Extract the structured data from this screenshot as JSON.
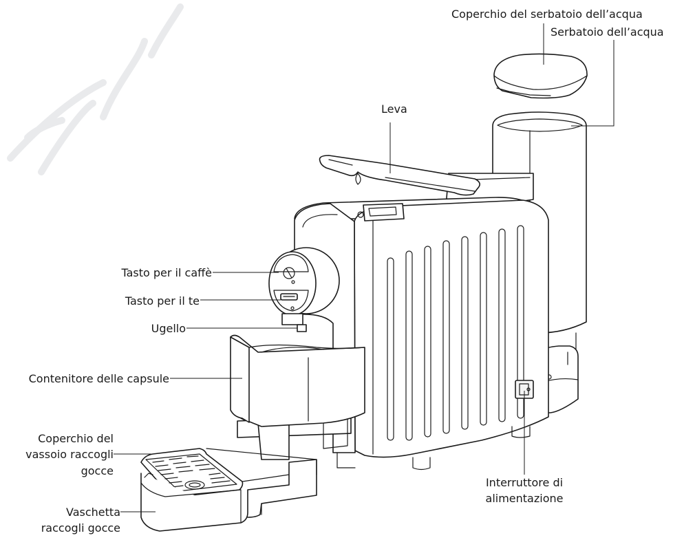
{
  "labels": {
    "water_tank_lid": "Coperchio del serbatoio dell’acqua",
    "water_tank": "Serbatoio dell’acqua",
    "lever": "Leva",
    "coffee_button": "Tasto per il caffè",
    "tea_button": "Tasto per il te",
    "nozzle": "Ugello",
    "capsule_container": "Contenitore delle capsule",
    "drip_tray_cover_1": "Coperchio del",
    "drip_tray_cover_2": "vassoio raccogli",
    "drip_tray_cover_3": "gocce",
    "drip_tray_1": "Vaschetta",
    "drip_tray_2": "raccogli gocce",
    "power_switch_1": "Interruttore di",
    "power_switch_2": "alimentazione"
  },
  "colors": {
    "line": "#1a1a1a",
    "fill": "#ffffff",
    "watermark": "#e9eaec"
  }
}
